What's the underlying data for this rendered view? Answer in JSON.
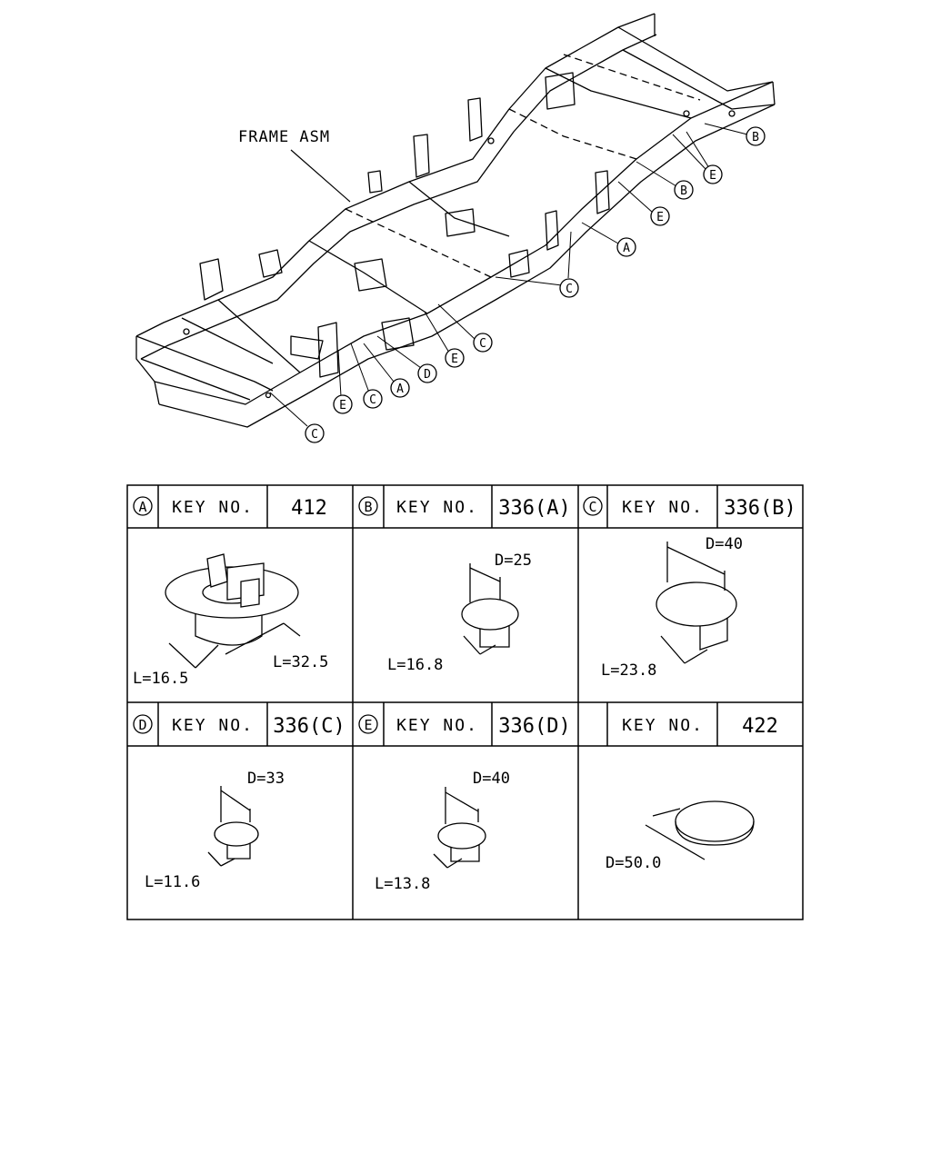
{
  "diagram": {
    "frame_label": "FRAME ASM",
    "callouts": [
      "A",
      "B",
      "C",
      "D",
      "E"
    ]
  },
  "table": {
    "key_label": "KEY NO.",
    "cells": [
      {
        "letter": "A",
        "key_no": "412",
        "dims": [
          "L=16.5",
          "L=32.5"
        ]
      },
      {
        "letter": "B",
        "key_no": "336(A)",
        "dims": [
          "D=25",
          "L=16.8"
        ]
      },
      {
        "letter": "C",
        "key_no": "336(B)",
        "dims": [
          "D=40",
          "L=23.8"
        ]
      },
      {
        "letter": "D",
        "key_no": "336(C)",
        "dims": [
          "D=33",
          "L=11.6"
        ]
      },
      {
        "letter": "E",
        "key_no": "336(D)",
        "dims": [
          "D=40",
          "L=13.8"
        ]
      },
      {
        "letter": "",
        "key_no": "422",
        "dims": [
          "D=50.0"
        ]
      }
    ]
  }
}
